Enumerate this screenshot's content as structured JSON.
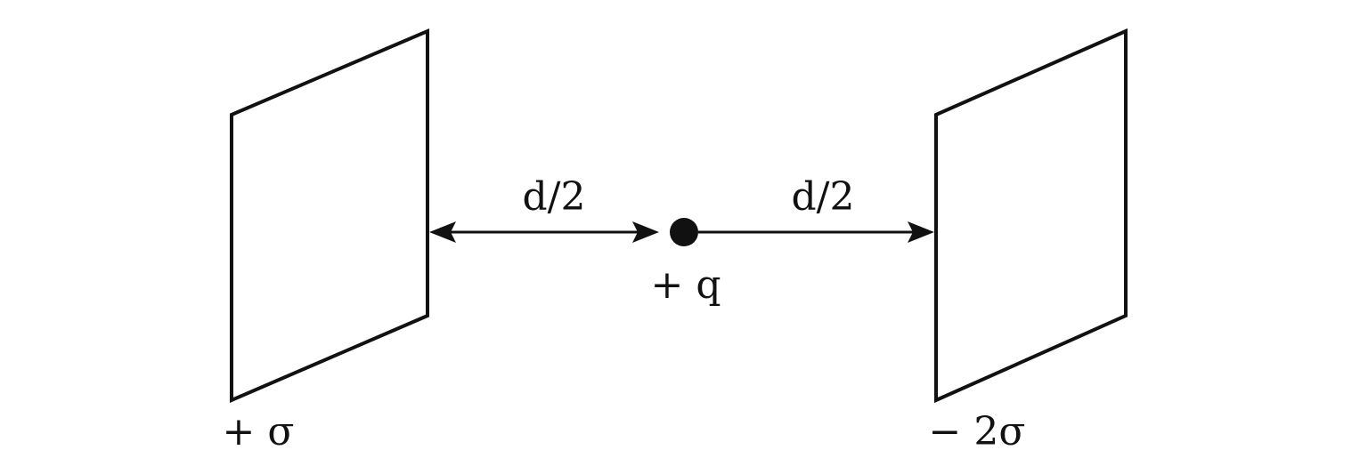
{
  "left_plate": {
    "label": "+ σ"
  },
  "right_plate": {
    "label": "− 2σ"
  },
  "point_charge": {
    "label": "+ q"
  },
  "left_distance": {
    "label": "d/2"
  },
  "right_distance": {
    "label": "d/2"
  },
  "colors": {
    "ink": "#111111",
    "background": "#ffffff"
  }
}
